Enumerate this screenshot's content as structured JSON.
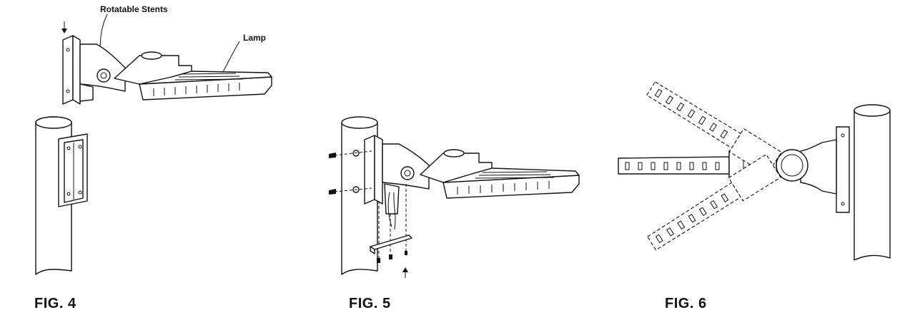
{
  "labels": {
    "rotatable_stents": "Rotatable Stents",
    "lamp": "Lamp"
  },
  "figures": {
    "fig4": "FIG. 4",
    "fig5": "FIG. 5",
    "fig6": "FIG. 6"
  }
}
